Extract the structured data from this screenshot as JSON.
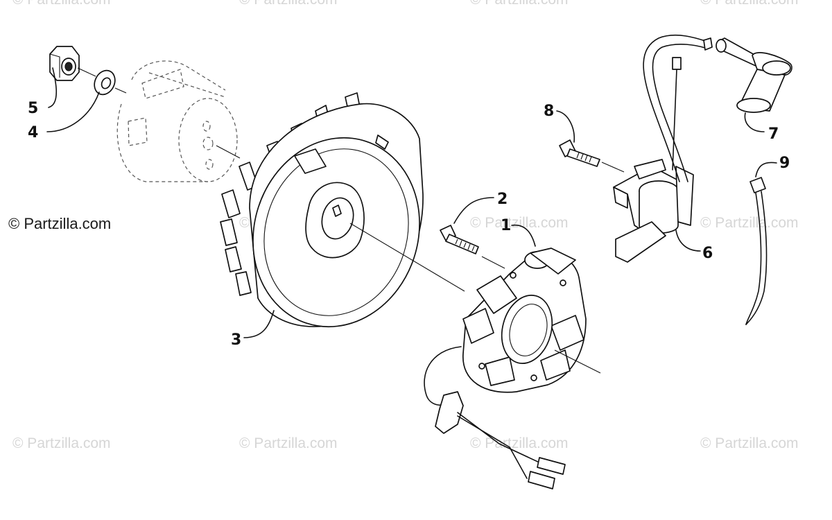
{
  "watermark": "© Partzilla.com",
  "copyright": "© Partzilla.com",
  "callouts": {
    "c1": "1",
    "c2": "2",
    "c3": "3",
    "c4": "4",
    "c5": "5",
    "c6": "6",
    "c7": "7",
    "c8": "8",
    "c9": "9"
  },
  "colors": {
    "line": "#111111",
    "watermark": "#d6d6d6",
    "background": "#ffffff"
  }
}
